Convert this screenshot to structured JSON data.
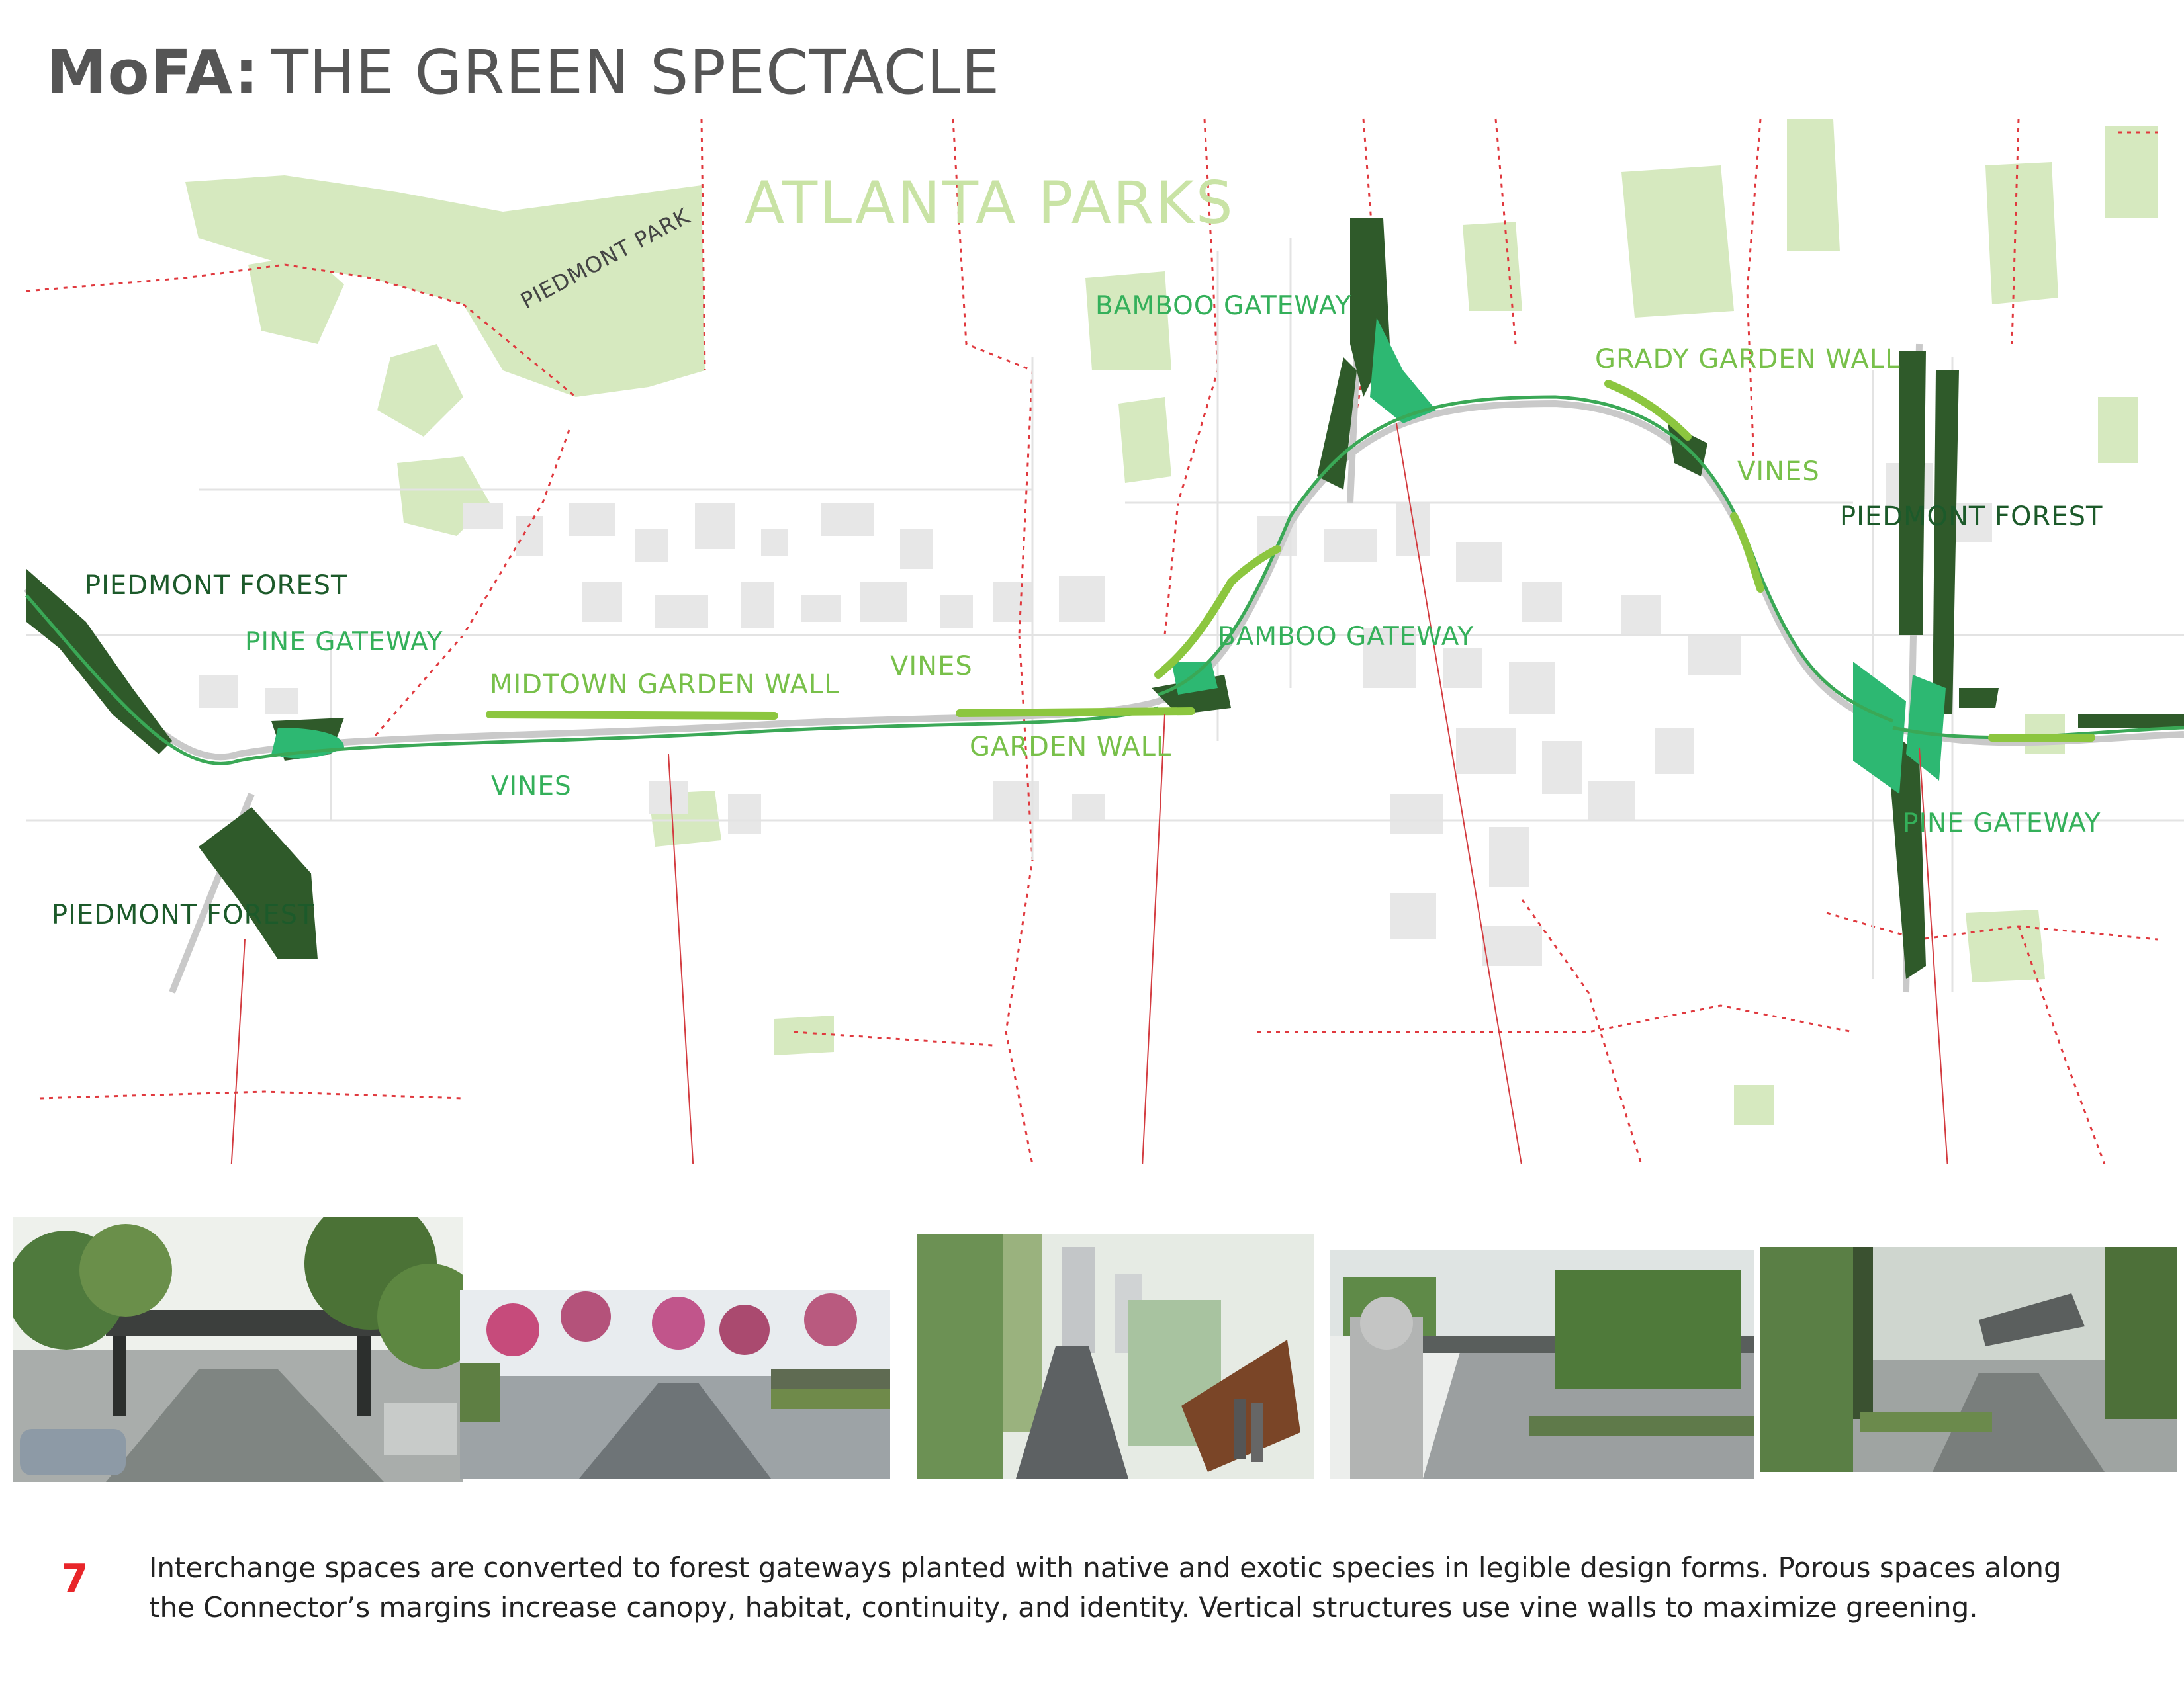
{
  "title": {
    "brand": "MoFA:",
    "rest": "THE GREEN SPECTACLE"
  },
  "map": {
    "atlanta_parks": "ATLANTA PARKS",
    "piedmont_park": "PIEDMONT PARK",
    "labels": {
      "bamboo_gateway_top": "BAMBOO GATEWAY",
      "grady_garden_wall": "GRADY GARDEN WALL",
      "vines_right": "VINES",
      "piedmont_forest_right": "PIEDMONT FOREST",
      "piedmont_forest_left_top": "PIEDMONT FOREST",
      "pine_gateway_left": "PINE GATEWAY",
      "midtown_garden_wall": "MIDTOWN GARDEN WALL",
      "vines_center": "VINES",
      "bamboo_gateway_mid": "BAMBOO GATEWAY",
      "garden_wall": "GARDEN WALL",
      "vines_left": "VINES",
      "pine_gateway_right": "PINE GATEWAY",
      "piedmont_forest_left_bottom": "PIEDMONT FOREST"
    },
    "colors": {
      "dark_forest": "#2f5a2a",
      "bright_green": "#2db872",
      "lime": "#8cc63f",
      "park_fill": "#d6e9bf",
      "boundary": "#e0393e",
      "building": "#e6e6e6"
    }
  },
  "photos": [
    {
      "name": "photo-piedmont-forest"
    },
    {
      "name": "photo-vines"
    },
    {
      "name": "photo-bamboo-gateway"
    },
    {
      "name": "photo-grady-garden-wall"
    },
    {
      "name": "photo-pine-gateway"
    }
  ],
  "footer": {
    "page_number": "7",
    "caption": "Interchange spaces are converted to forest gateways planted with native and exotic species in legible design forms. Porous spaces along the Connector’s margins increase canopy, habitat, continuity, and identity. Vertical structures use vine walls to maximize greening."
  }
}
